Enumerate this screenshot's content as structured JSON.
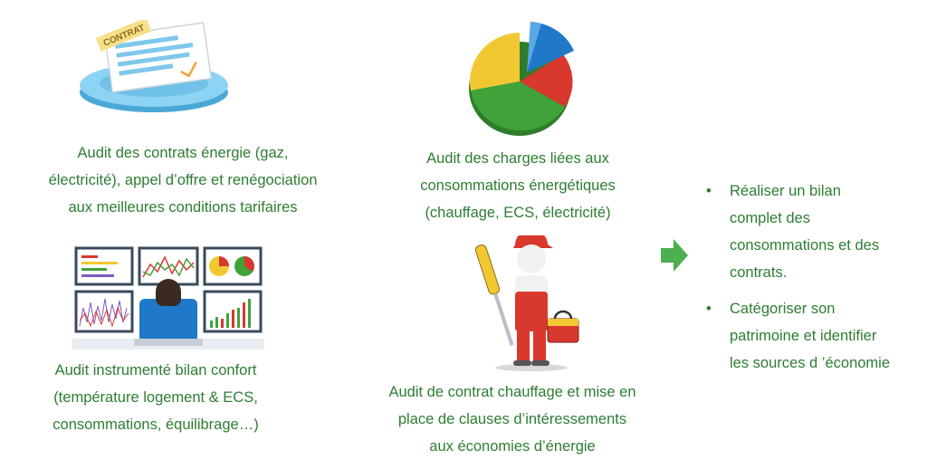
{
  "illustrations": {
    "contract_label": "CONTRAT"
  },
  "captions": {
    "contrats": [
      "Audit des contrats énergie (gaz,",
      "électricité), appel d’offre et renégociation",
      "aux meilleures conditions tarifaires"
    ],
    "charges": [
      "Audit des charges liées aux",
      "consommations énergétiques",
      "(chauffage, ECS, électricité)"
    ],
    "instrumente": [
      "Audit instrumenté bilan confort",
      "(température logement & ECS,",
      "consommations, équilibrage…)"
    ],
    "chauffage": [
      "Audit de contrat chauffage et mise en",
      "place de clauses d’intéressements",
      "aux économies d’énergie"
    ]
  },
  "bullets": [
    [
      "Réaliser un bilan",
      "complet des",
      "consommations et des",
      "contrats."
    ],
    [
      "Catégoriser son",
      "patrimoine et identifier",
      "les sources d ’économie"
    ]
  ],
  "colors": {
    "text": "#2e7d32",
    "arrow": "#4caf50",
    "pie_red": "#d9382c",
    "pie_green": "#3fa33a",
    "pie_yellow": "#f2c832",
    "pie_blue": "#1f78c8",
    "pad": "#6fc3ea"
  }
}
